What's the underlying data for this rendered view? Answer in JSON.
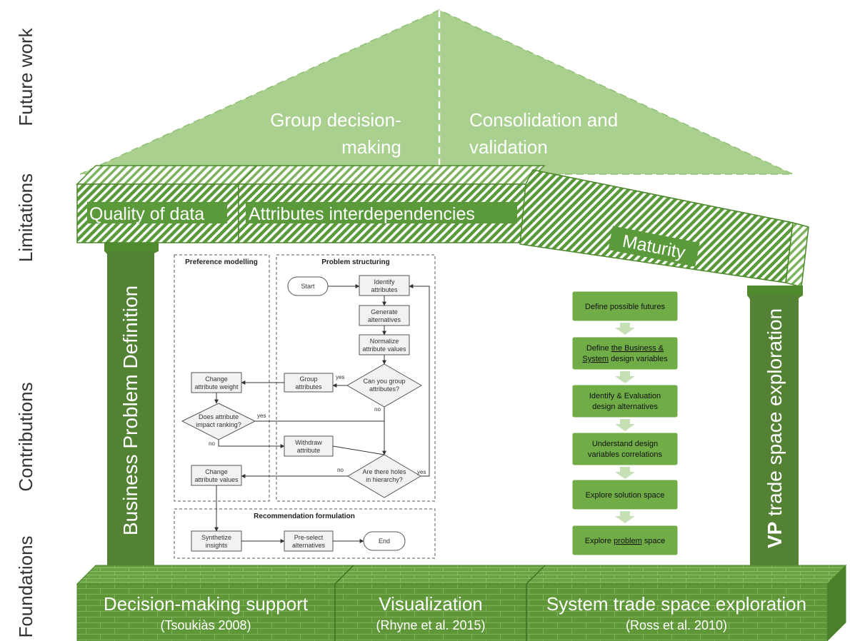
{
  "side_labels": [
    "Future work",
    "Limitations",
    "Contributions",
    "Foundations"
  ],
  "roof": {
    "left_line1": "Group decision-",
    "left_line2": "making",
    "right_line1": "Consolidation and",
    "right_line2": "validation"
  },
  "limitations": {
    "quality": "Quality of data",
    "attributes": "Attributes interdependencies",
    "maturity": "Maturity"
  },
  "pillars": {
    "left": "Business Problem Definition",
    "right_bold": "VP",
    "right_rest": " trade space exploration"
  },
  "foundations": [
    {
      "title": "Decision-making support",
      "ref": "(Tsoukiàs 2008)"
    },
    {
      "title": "Visualization",
      "ref": "(Rhyne et al. 2015)"
    },
    {
      "title": "System trade space exploration",
      "ref": "(Ross et al. 2010)"
    }
  ],
  "flowchart": {
    "section_preference": "Preference modelling",
    "section_structuring": "Problem structuring",
    "section_recommendation": "Recommendation formulation",
    "start": "Start",
    "identify_1": "Identify",
    "identify_2": "attributes",
    "generate_1": "Generate",
    "generate_2": "alternatives",
    "normalize_1": "Normalize",
    "normalize_2": "attribute values",
    "can_group_1": "Can you group",
    "can_group_2": "attributes?",
    "group_1": "Group",
    "group_2": "attributes",
    "change_weight_1": "Change",
    "change_weight_2": "attribute weight",
    "impact_1": "Does attribute",
    "impact_2": "impact ranking?",
    "withdraw_1": "Withdraw",
    "withdraw_2": "attribute",
    "holes_1": "Are there holes",
    "holes_2": "in hierarchy?",
    "change_values_1": "Change",
    "change_values_2": "attribute values",
    "synth_1": "Synthetize",
    "synth_2": "insights",
    "preselect_1": "Pre-select",
    "preselect_2": "alternatives",
    "end": "End",
    "yes": "yes",
    "no": "no"
  },
  "steps": [
    {
      "line1": "Define possible futures",
      "line2": "",
      "underline": ""
    },
    {
      "line1_pre": "Define ",
      "line1_u": "the Business &",
      "line2_u": "System",
      "line2_post": " design variables"
    },
    {
      "line1": "Identify & Evaluation",
      "line2": "design alternatives"
    },
    {
      "line1": "Understand design",
      "line2": "variables correlations"
    },
    {
      "line1": "Explore solution space",
      "line2": ""
    },
    {
      "line1_pre": "Explore ",
      "line1_u": "problem",
      "line1_post": " space"
    }
  ],
  "colors": {
    "roof": "#a9d08e",
    "dark_green": "#548235",
    "mid_green": "#70ad47",
    "step_fill": "#70ad47",
    "arrow": "#c5e0b4"
  }
}
